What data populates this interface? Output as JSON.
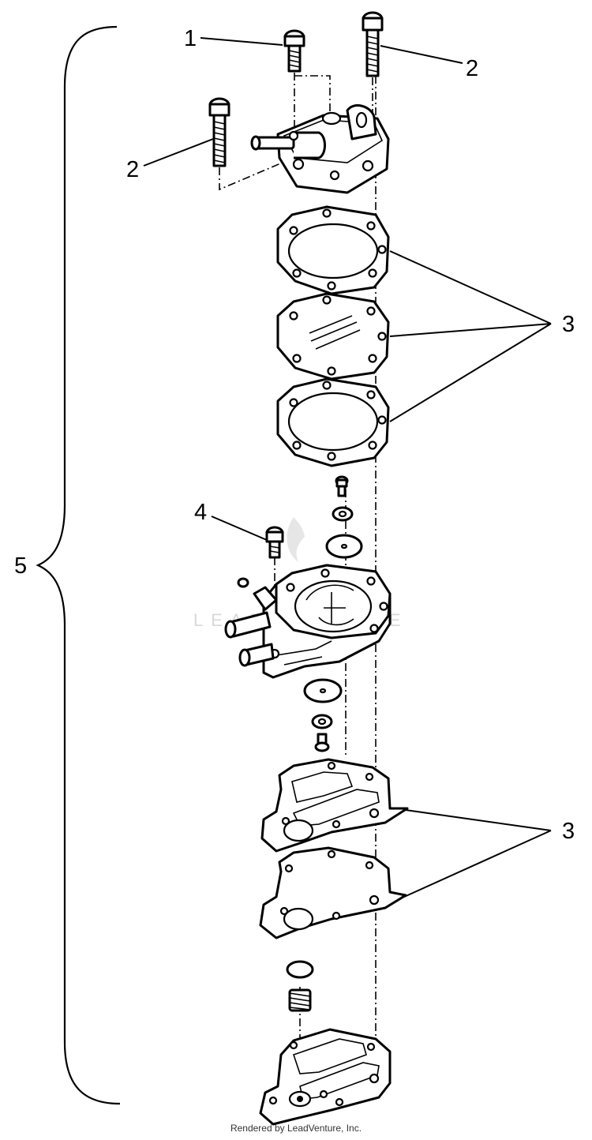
{
  "diagram": {
    "callouts": [
      "1",
      "2",
      "2",
      "3",
      "3",
      "4",
      "5"
    ]
  },
  "watermark": {
    "text": "LEADVENTURE"
  },
  "footer": {
    "text": "Rendered by LeadVenture, Inc."
  }
}
